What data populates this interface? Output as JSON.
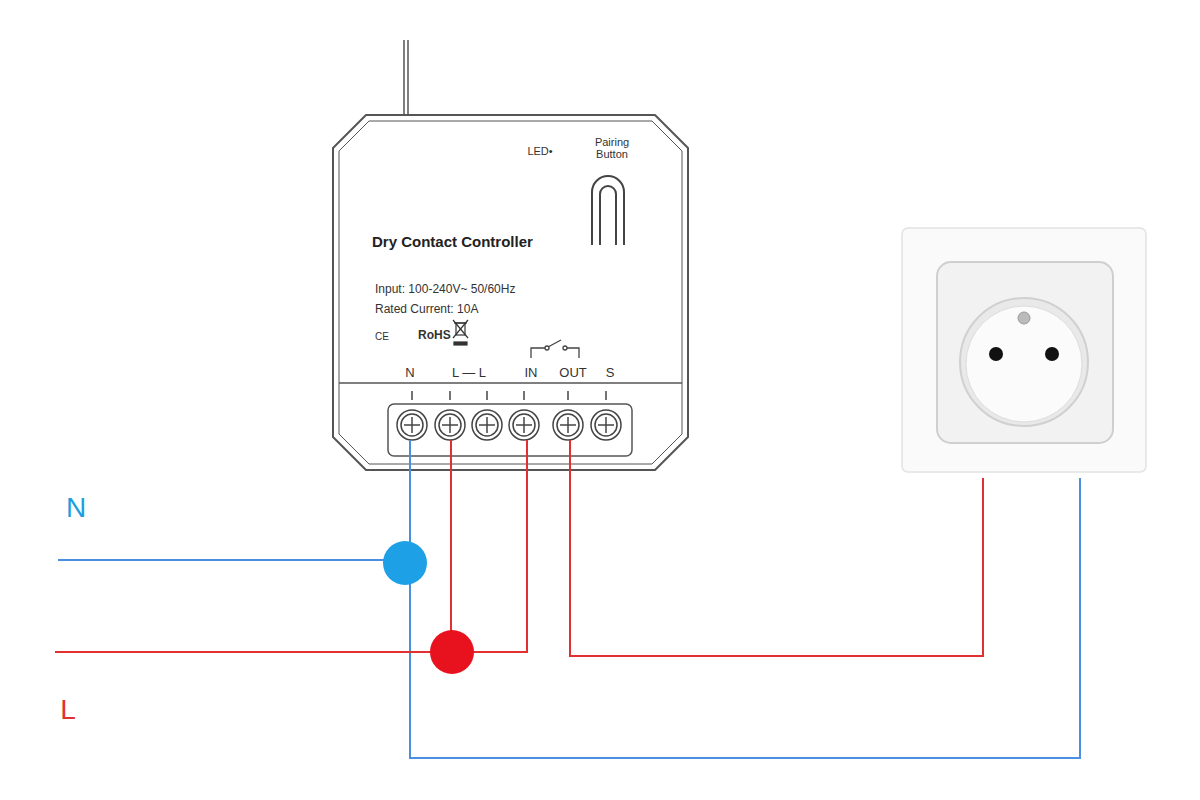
{
  "diagram": {
    "nodes": [
      {
        "text": [
          "Dry Contact Controller",
          "Input: 100-240V~ 50/60Hz",
          "Rated Current: 10A"
        ]
      }
    ],
    "labels": [
      "LED•",
      "Pairing Button",
      "CE",
      "RoHS",
      "N",
      "L — L",
      "IN",
      "OUT",
      "S",
      "N",
      "L"
    ]
  }
}
